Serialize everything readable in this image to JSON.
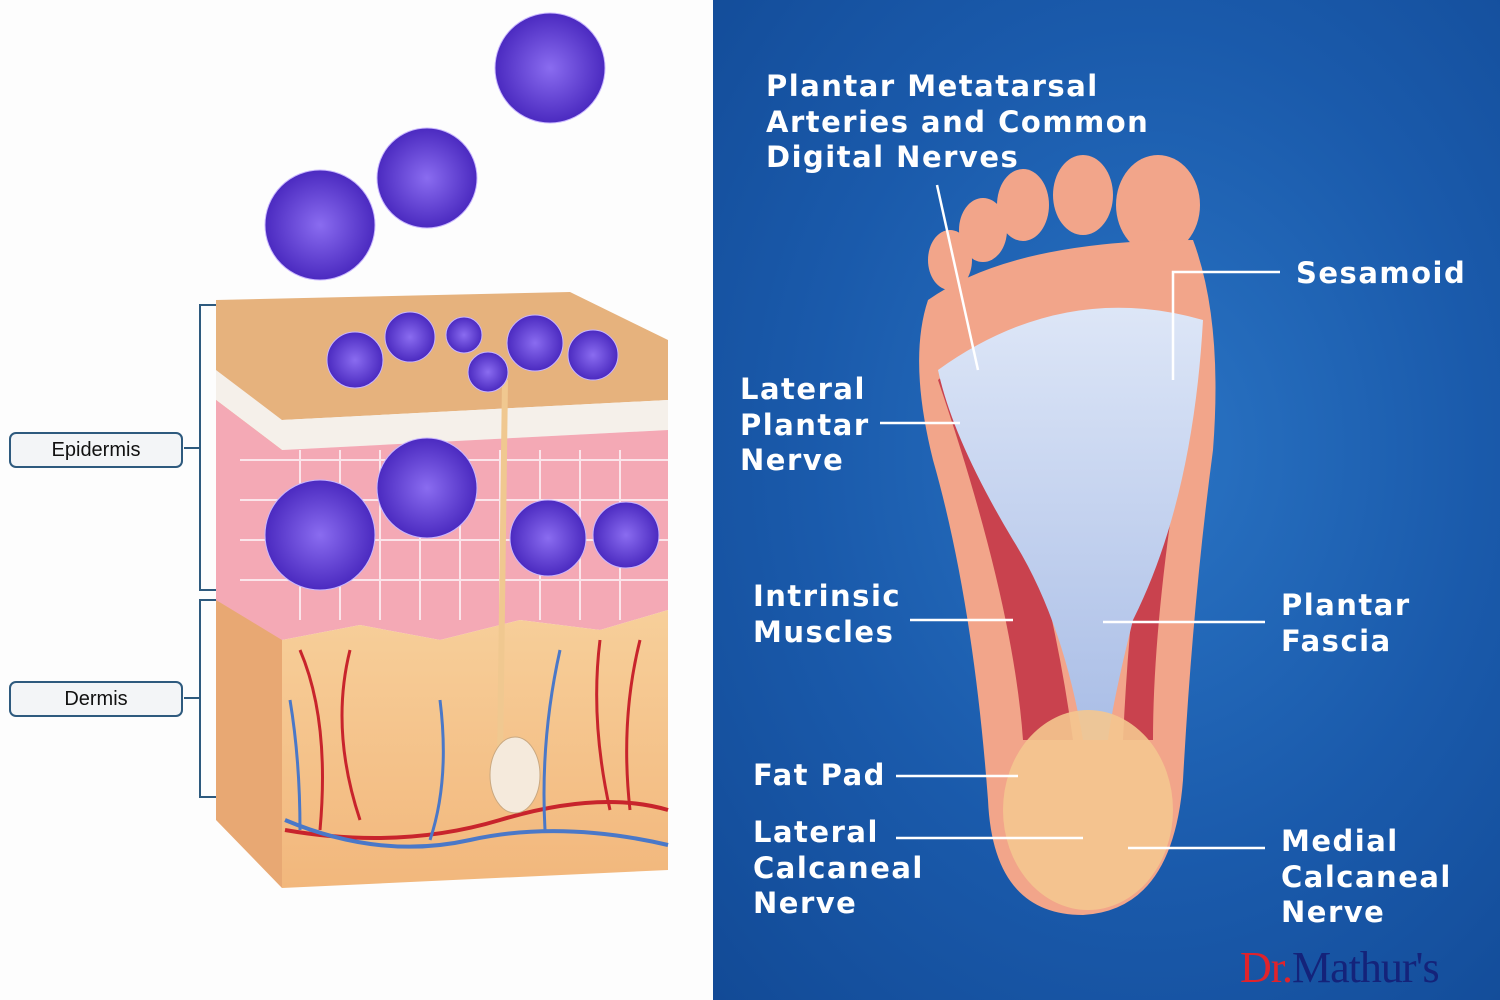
{
  "skin_diagram": {
    "labels": {
      "epidermis": "Epidermis",
      "dermis": "Dermis"
    }
  },
  "foot_diagram": {
    "labels": {
      "plantar_metatarsal": "Plantar Metatarsal\nArteries and Common\nDigital Nerves",
      "sesamoid": "Sesamoid",
      "lateral_plantar_nerve": "Lateral\nPlantar\nNerve",
      "intrinsic_muscles": "Intrinsic\nMuscles",
      "plantar_fascia": "Plantar\nFascia",
      "fat_pad": "Fat Pad",
      "lateral_calcaneal_nerve": "Lateral\nCalcaneal\nNerve",
      "medial_calcaneal_nerve": "Medial\nCalcaneal\nNerve"
    },
    "logo": {
      "prefix": "Dr.",
      "name": "Mathur's"
    }
  },
  "colors": {
    "background_blue": "#1a5aab",
    "logo_red": "#e0232b",
    "logo_navy": "#14237a",
    "cell_purple": "#6a3fd8"
  }
}
